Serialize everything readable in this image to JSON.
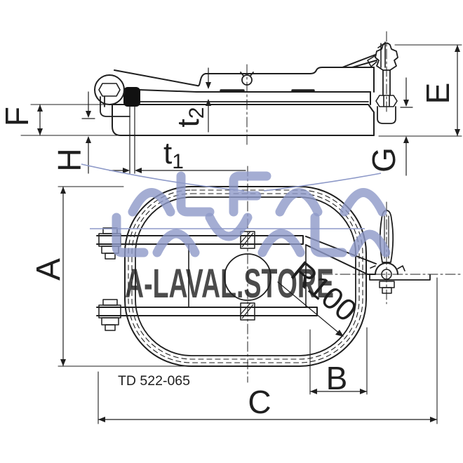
{
  "title": "Manway cover technical drawing",
  "drawing_code": "TD 522-065",
  "dims": {
    "A": "A",
    "B": "B",
    "C": "C",
    "E": "E",
    "F": "F",
    "G": "G",
    "H": "H",
    "t1_base": "t",
    "t1_sub": "1",
    "t2_base": "t",
    "t2_sub": "2",
    "radius": "R100"
  },
  "watermark": {
    "line1": "ALFA",
    "line2": "LAVAL",
    "line3": "A-LAVAL.STORE"
  },
  "colors": {
    "line": "#1f1f1f",
    "watermark": "#8d99c8",
    "seal": "#111111"
  }
}
